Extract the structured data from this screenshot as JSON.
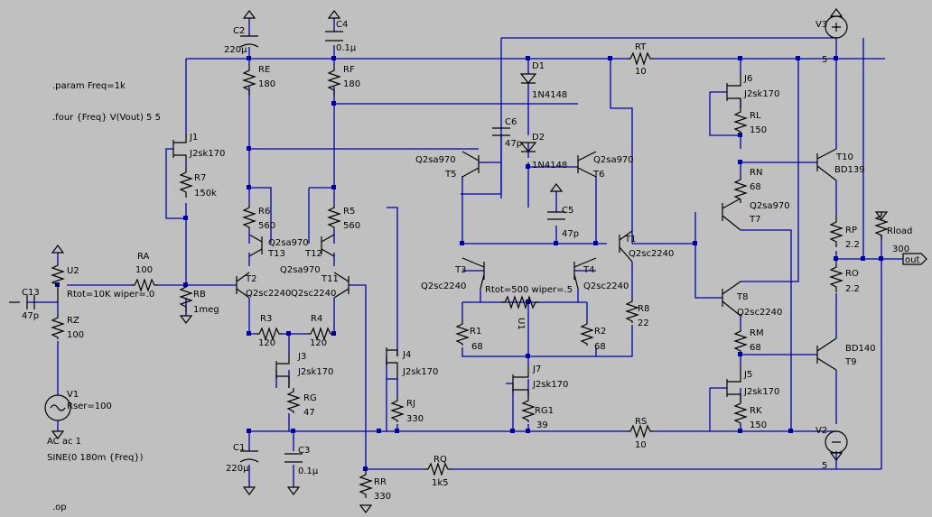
{
  "directives": {
    "param": ".param Freq=1k",
    "four": ".four {Freq} V(Vout) 5 5",
    "op": ".op"
  },
  "components": {
    "C2": {
      "name": "C2",
      "value": "220µ"
    },
    "C4": {
      "name": "C4",
      "value": "0.1µ"
    },
    "RE": {
      "name": "RE",
      "value": "180"
    },
    "RF": {
      "name": "RF",
      "value": "180"
    },
    "J1": {
      "name": "J1",
      "model": "J2sk170"
    },
    "R7": {
      "name": "R7",
      "value": "150k"
    },
    "R6": {
      "name": "R6",
      "value": "560"
    },
    "R5": {
      "name": "R5",
      "value": "560"
    },
    "T13": {
      "name": "T13",
      "model": "Q2sa970"
    },
    "T12": {
      "name": "T12",
      "model": "Q2sa970"
    },
    "T2": {
      "name": "T2",
      "model": "Q2sc2240"
    },
    "T11": {
      "name": "T11",
      "model": "Q2sc2240"
    },
    "R3": {
      "name": "R3",
      "value": "120"
    },
    "R4": {
      "name": "R4",
      "value": "120"
    },
    "J3": {
      "name": "J3",
      "model": "J2sk170"
    },
    "RG": {
      "name": "RG",
      "value": "47"
    },
    "C1": {
      "name": "C1",
      "value": "220µ"
    },
    "C3": {
      "name": "C3",
      "value": "0.1µ"
    },
    "RR": {
      "name": "RR",
      "value": "330"
    },
    "RQ": {
      "name": "RQ",
      "value": "1k5"
    },
    "U2": {
      "name": "U2",
      "value": "Rtot=10K wiper=.0"
    },
    "RA": {
      "name": "RA",
      "value": "100"
    },
    "RB": {
      "name": "RB",
      "value": "1meg"
    },
    "C13": {
      "name": "C13",
      "value": "47p"
    },
    "RZ": {
      "name": "RZ",
      "value": "100"
    },
    "V1": {
      "name": "V1",
      "value": "Rser=100",
      "ac": "AC ac 1",
      "sine": "SINE(0 180m {Freq})"
    },
    "D1": {
      "name": "D1",
      "model": "1N4148"
    },
    "D2": {
      "name": "D2",
      "model": "1N4148"
    },
    "C6": {
      "name": "C6",
      "value": "47p"
    },
    "T5": {
      "name": "T5",
      "model": "Q2sa970"
    },
    "T6": {
      "name": "T6",
      "model": "Q2sa970"
    },
    "C5": {
      "name": "C5",
      "value": "47p"
    },
    "T1": {
      "name": "T1",
      "model": "Q2sc2240"
    },
    "R8": {
      "name": "R8",
      "value": "22"
    },
    "T3": {
      "name": "T3",
      "model": "Q2sc2240"
    },
    "T4": {
      "name": "T4",
      "model": "Q2sc2240"
    },
    "U1": {
      "name": "U1",
      "value": "Rtot=500 wiper=.5"
    },
    "R1": {
      "name": "R1",
      "value": "68"
    },
    "R2": {
      "name": "R2",
      "value": "68"
    },
    "J4": {
      "name": "J4",
      "model": "J2sk170"
    },
    "RJ": {
      "name": "RJ",
      "value": "330"
    },
    "J7": {
      "name": "J7",
      "model": "J2sk170"
    },
    "RG1": {
      "name": "RG1",
      "value": "39"
    },
    "RT": {
      "name": "RT",
      "value": "10"
    },
    "RS": {
      "name": "RS",
      "value": "10"
    },
    "J6": {
      "name": "J6",
      "model": "J2sk170"
    },
    "RL": {
      "name": "RL",
      "value": "150"
    },
    "RN": {
      "name": "RN",
      "value": "68"
    },
    "T7": {
      "name": "T7",
      "model": "Q2sa970"
    },
    "T8": {
      "name": "T8",
      "model": "Q2sc2240"
    },
    "RM": {
      "name": "RM",
      "value": "68"
    },
    "J5": {
      "name": "J5",
      "model": "J2sk170"
    },
    "RK": {
      "name": "RK",
      "value": "150"
    },
    "T10": {
      "name": "T10",
      "model": "BD139"
    },
    "T9": {
      "name": "T9",
      "model": "BD140"
    },
    "RP": {
      "name": "RP",
      "value": "2.2"
    },
    "RO": {
      "name": "RO",
      "value": "2.2"
    },
    "Rload": {
      "name": "Rload",
      "value": "300"
    },
    "V3": {
      "name": "V3",
      "value": "5"
    },
    "V2": {
      "name": "V2",
      "value": "5"
    }
  },
  "net_labels": {
    "out": "out"
  }
}
